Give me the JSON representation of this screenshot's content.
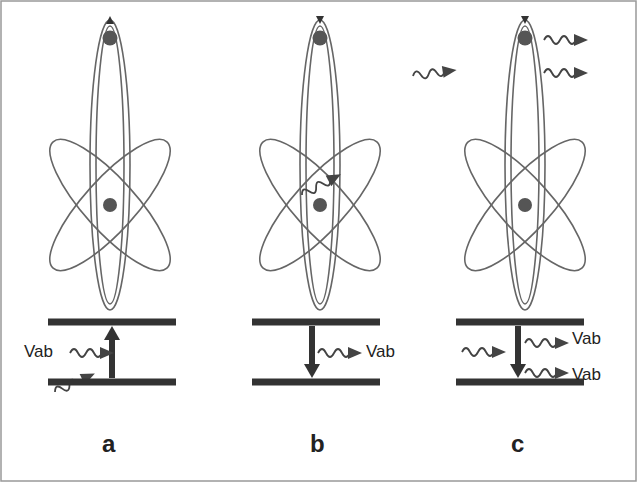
{
  "diagram": {
    "labels": [
      "Vab",
      "Vab",
      "Vab",
      "Vab",
      "a",
      "b",
      "c"
    ]
  }
}
